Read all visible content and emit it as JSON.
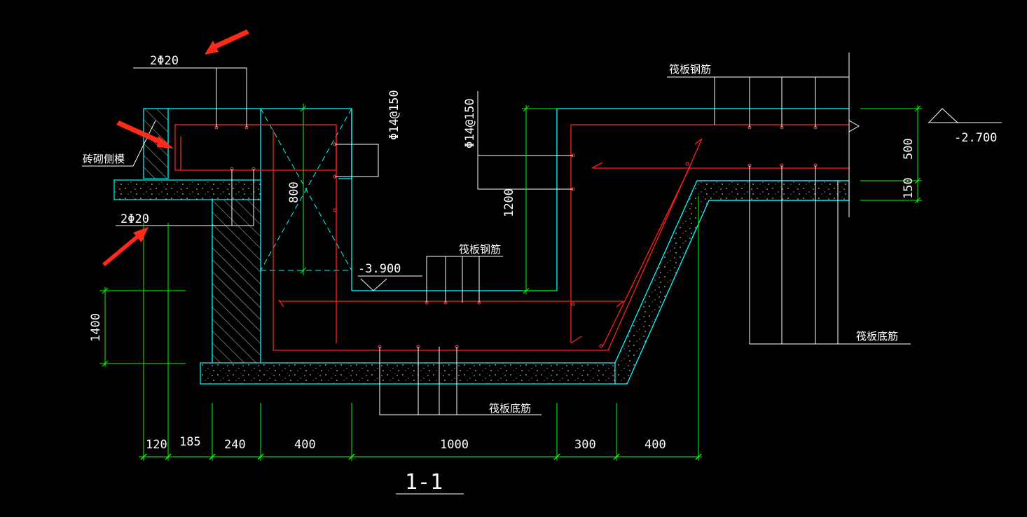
{
  "section_title": "1-1",
  "rebar_labels": {
    "top_bar": "2Φ20",
    "bottom_bar": "2Φ20",
    "stirrup_left": "Φ14@150",
    "stirrup_right": "Φ14@150"
  },
  "notes": {
    "brick_formwork": "砖砌侧模",
    "raft_steel_top": "筏板钢筋",
    "raft_steel_mid": "筏板钢筋",
    "raft_bottom_right": "筏板底筋",
    "raft_bottom_center": "筏板底筋"
  },
  "elevations": {
    "right": "-2.700",
    "pit": "-3.900"
  },
  "dimensions": {
    "horizontal": [
      "120",
      "185",
      "240",
      "400",
      "1000",
      "300",
      "400"
    ],
    "vertical_left": "1400",
    "vertical_beam": "800",
    "vertical_pit": "1200",
    "vertical_right_top": "500",
    "vertical_right_bottom": "150"
  },
  "colors": {
    "background": "#000000",
    "concrete": "#00ffff",
    "rebar": "#ff0000",
    "dimension": "#00ff00",
    "text": "#ffffff",
    "arrow": "#ff2a1a"
  }
}
